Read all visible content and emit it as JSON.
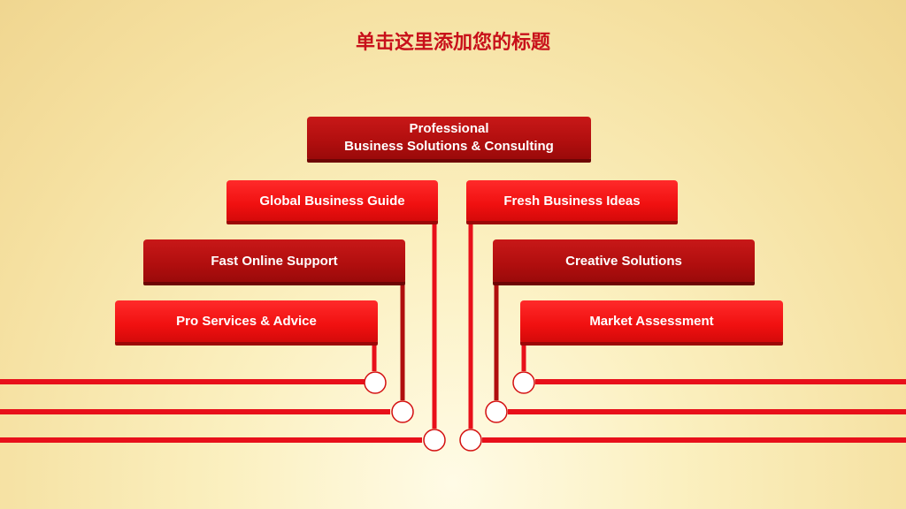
{
  "title": "单击这里添加您的标题",
  "top_box": {
    "line1": "Professional",
    "line2": "Business Solutions & Consulting"
  },
  "left_boxes": [
    "Global Business Guide",
    "Fast Online Support",
    "Pro Services & Advice"
  ],
  "right_boxes": [
    "Fresh Business Ideas",
    "Creative Solutions",
    "Market Assessment"
  ],
  "colors": {
    "title": "#c8101a",
    "box_bright": "#f01010",
    "box_dark": "#b00e0e",
    "wire": "#e8101a"
  }
}
